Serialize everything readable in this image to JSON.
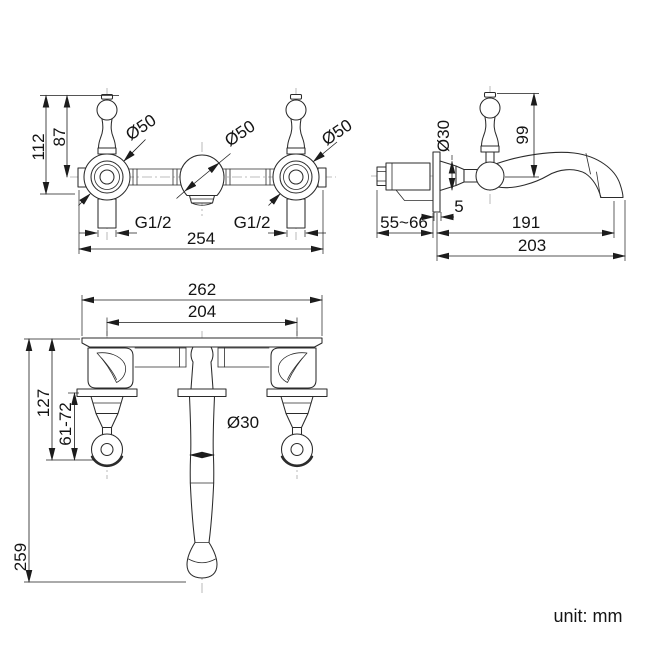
{
  "drawing": {
    "title": "wall-mounted-basin-mixer-dimension-drawing",
    "unit_label": "unit: mm",
    "colors": {
      "line": "#2b2b2b",
      "dimension": "#1c1c1c",
      "centerline": "#a9a9a9",
      "background": "#ffffff"
    },
    "front_view": {
      "overall_height": "112",
      "handle_top_to_center": "87",
      "valve_diameter_left": "Ø50",
      "spout_diameter": "Ø50",
      "valve_diameter_right": "Ø50",
      "inlet_thread_left": "G1/2",
      "inlet_thread_right": "G1/2",
      "inlet_spacing": "254"
    },
    "side_view": {
      "escutcheon_diameter": "Ø30",
      "height_above_center": "99",
      "escutcheon_depth": "5",
      "concealed_depth_range": "55~66",
      "spout_reach": "191",
      "overall_projection": "203"
    },
    "top_view": {
      "overall_width": "262",
      "handle_spacing": "204",
      "handle_projection": "127",
      "handle_body_projection": "61-72",
      "spout_diameter": "Ø30",
      "overall_projection": "259"
    }
  }
}
